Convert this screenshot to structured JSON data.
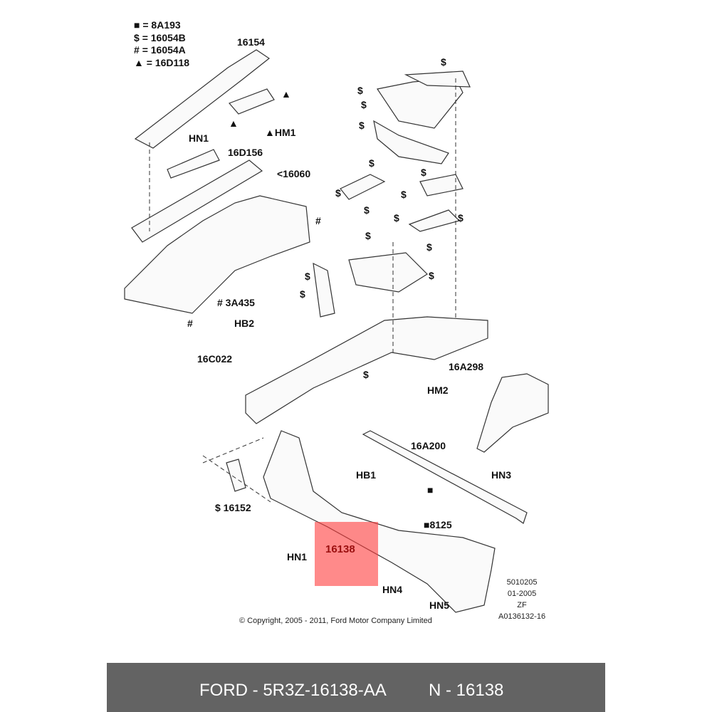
{
  "legend": [
    {
      "symbol": "■",
      "part": "= 8A193"
    },
    {
      "symbol": "$",
      "part": "= 16054B"
    },
    {
      "symbol": "#",
      "part": "= 16054A"
    },
    {
      "symbol": "▲",
      "part": "= 16D118"
    }
  ],
  "callouts": {
    "c16154": "16154",
    "hn1_top": "HN1",
    "tri1": "▲",
    "tri2": "▲",
    "hm1": "▲HM1",
    "c16d156": "16D156",
    "c16060": "<16060",
    "hash1": "#",
    "c3a435": "# 3A435",
    "hash2": "#",
    "hb2": "HB2",
    "c16c022": "16C022",
    "d1": "$",
    "d2": "$",
    "d3": "$",
    "d4": "$",
    "d5": "$",
    "d6": "$",
    "d7": "$",
    "d8": "$",
    "d9": "$",
    "d10": "$",
    "d11": "$",
    "d12": "$",
    "d13": "$",
    "d14": "$",
    "d15": "$",
    "d16": "$",
    "d17": "$",
    "c16a298": "16A298",
    "hm2": "HM2",
    "c16a200": "16A200",
    "hb1": "HB1",
    "hn3": "HN3",
    "sq1": "■",
    "c8125": "■8125",
    "c16152": "$ 16152",
    "hn1_bottom": "HN1",
    "c16138": "16138",
    "hn4": "HN4",
    "hn5": "HN5"
  },
  "codes": [
    "5010205",
    "01-2005",
    "ZF",
    "A0136132-16"
  ],
  "copyright": "© Copyright, 2005 - 2011, Ford Motor Company Limited",
  "footer": {
    "part_number": "FORD - 5R3Z-16138-AA",
    "ref": "N - 16138"
  },
  "highlight_color": "#ff6464"
}
